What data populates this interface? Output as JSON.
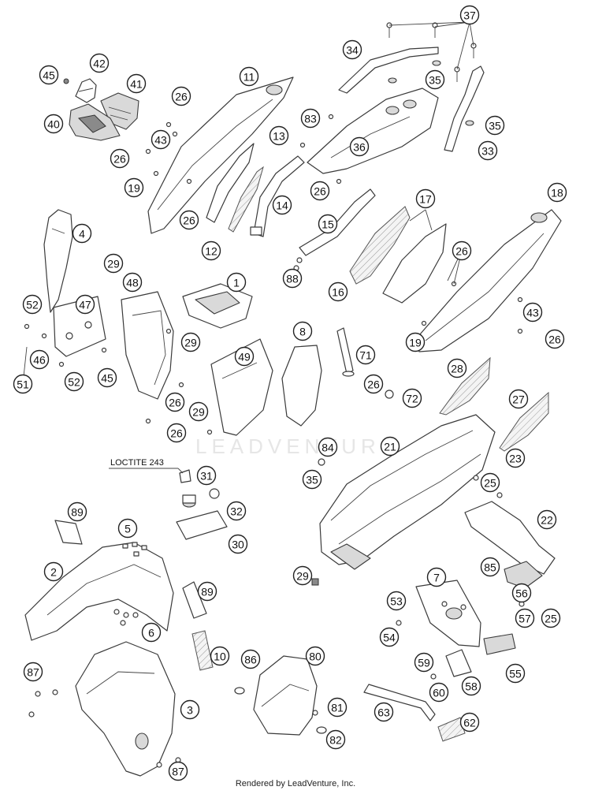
{
  "diagram": {
    "note": "LOCTITE 243",
    "watermark": "LEADVENTURE",
    "callouts": [
      "1",
      "2",
      "3",
      "4",
      "5",
      "6",
      "7",
      "8",
      "10",
      "11",
      "12",
      "13",
      "14",
      "15",
      "16",
      "17",
      "18",
      "19",
      "21",
      "22",
      "23",
      "25",
      "26",
      "27",
      "28",
      "29",
      "30",
      "31",
      "32",
      "33",
      "34",
      "35",
      "36",
      "37",
      "40",
      "41",
      "42",
      "43",
      "45",
      "46",
      "47",
      "48",
      "49",
      "51",
      "52",
      "53",
      "54",
      "55",
      "56",
      "57",
      "58",
      "59",
      "60",
      "62",
      "63",
      "71",
      "72",
      "80",
      "81",
      "82",
      "83",
      "84",
      "85",
      "86",
      "87",
      "88",
      "89"
    ]
  },
  "footer": {
    "text": "Rendered by LeadVenture, Inc."
  }
}
